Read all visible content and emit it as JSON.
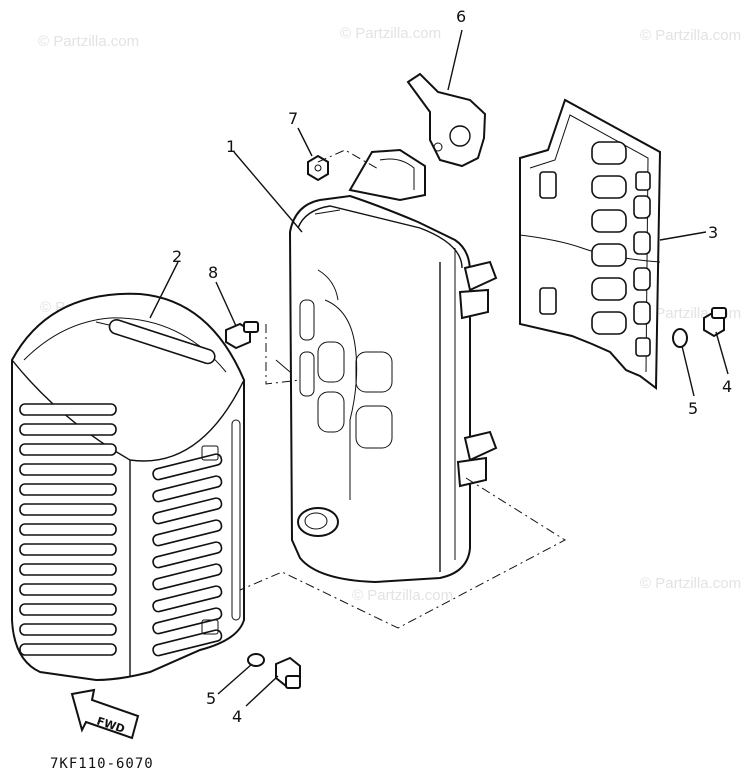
{
  "watermark": "© Partzilla.com",
  "diagram_code": "7KF110-6070",
  "direction_label": "FWD",
  "callouts": {
    "c1": "1",
    "c2": "2",
    "c3": "3",
    "c4a": "4",
    "c4b": "4",
    "c5a": "5",
    "c5b": "5",
    "c6": "6",
    "c7": "7",
    "c8": "8"
  }
}
